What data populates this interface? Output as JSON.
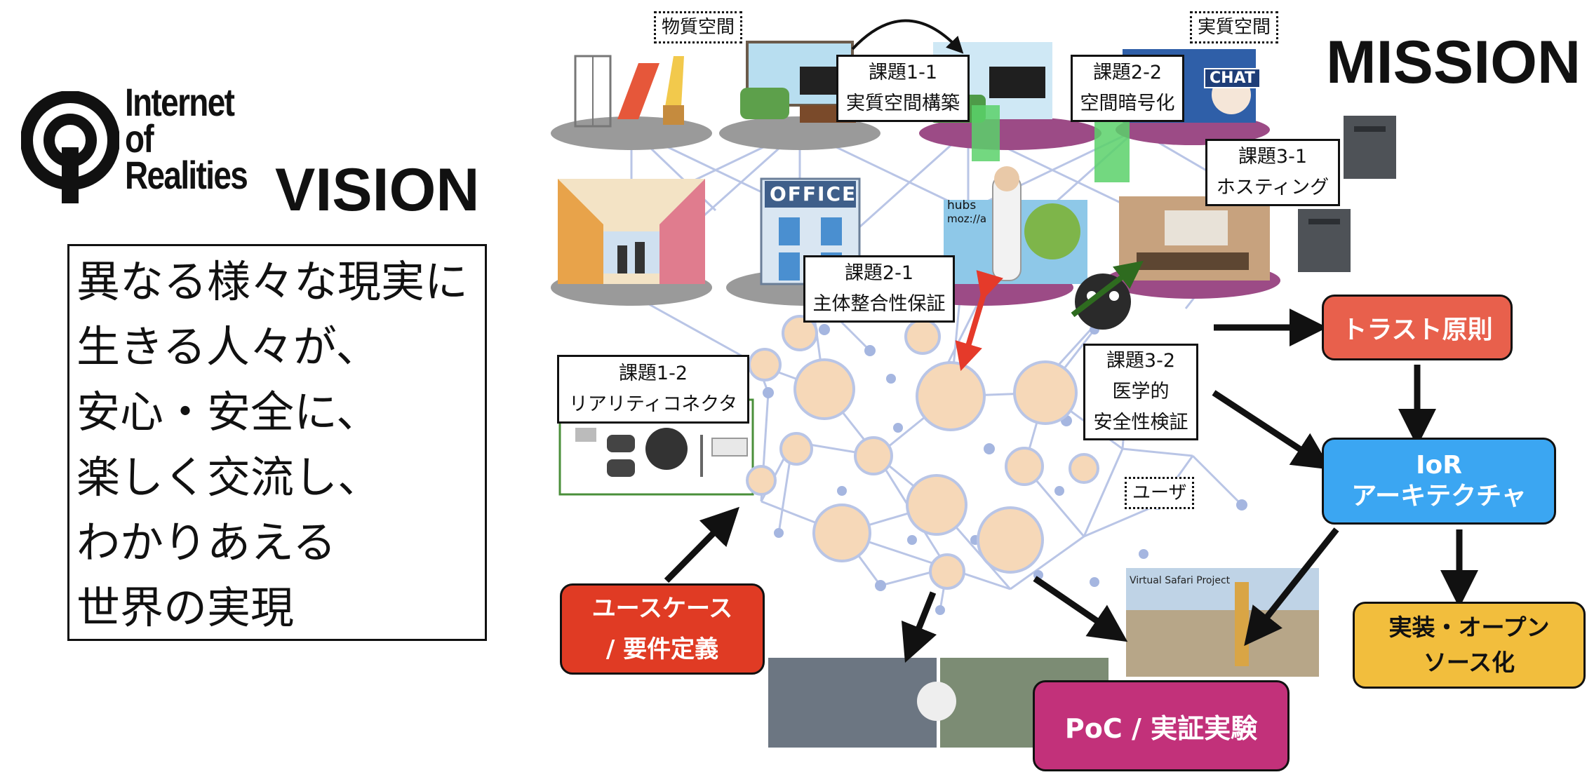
{
  "logo": {
    "line1": "Internet",
    "line2": "of",
    "line3": "Realities"
  },
  "vision_title": "VISION",
  "mission_title": "MISSION",
  "vision_lines": [
    "異なる様々な現実に",
    "生きる人々が、",
    "安心・安全に、",
    "楽しく交流し、",
    "わかりあえる",
    "世界の実現"
  ],
  "tags": {
    "physical_space": "物質空間",
    "virtual_space": "実質空間",
    "users": "ユーザ"
  },
  "tasks": {
    "t11": [
      "課題1-1",
      "実質空間構築"
    ],
    "t12": [
      "課題1-2",
      "リアリティコネクタ"
    ],
    "t21": [
      "課題2-1",
      "主体整合性保証"
    ],
    "t22": [
      "課題2-2",
      "空間暗号化"
    ],
    "t31": [
      "課題3-1",
      "ホスティング"
    ],
    "t32": [
      "課題3-2",
      "医学的",
      "安全性検証"
    ]
  },
  "scene_labels": {
    "office": "OFFICE",
    "chat": "CHAT",
    "hubs": "hubs",
    "mozilla": "moz://a",
    "safari": "Virtual Safari Project"
  },
  "mission_boxes": {
    "trust": "トラスト原則",
    "ior_1": "IoR",
    "ior_2": "アーキテクチャ",
    "impl_1": "実装・オープン",
    "impl_2": "ソース化",
    "usecase_1": "ユースケース",
    "usecase_2": "/ 要件定義",
    "poc": "PoC / 実証実験"
  },
  "colors": {
    "trust": "#E8604C",
    "ior": "#3BA6F2",
    "impl": "#F2BE3D",
    "usecase": "#E03B24",
    "poc": "#C2317A",
    "network": "#B9C5E6",
    "node": "#A5B6E0"
  }
}
